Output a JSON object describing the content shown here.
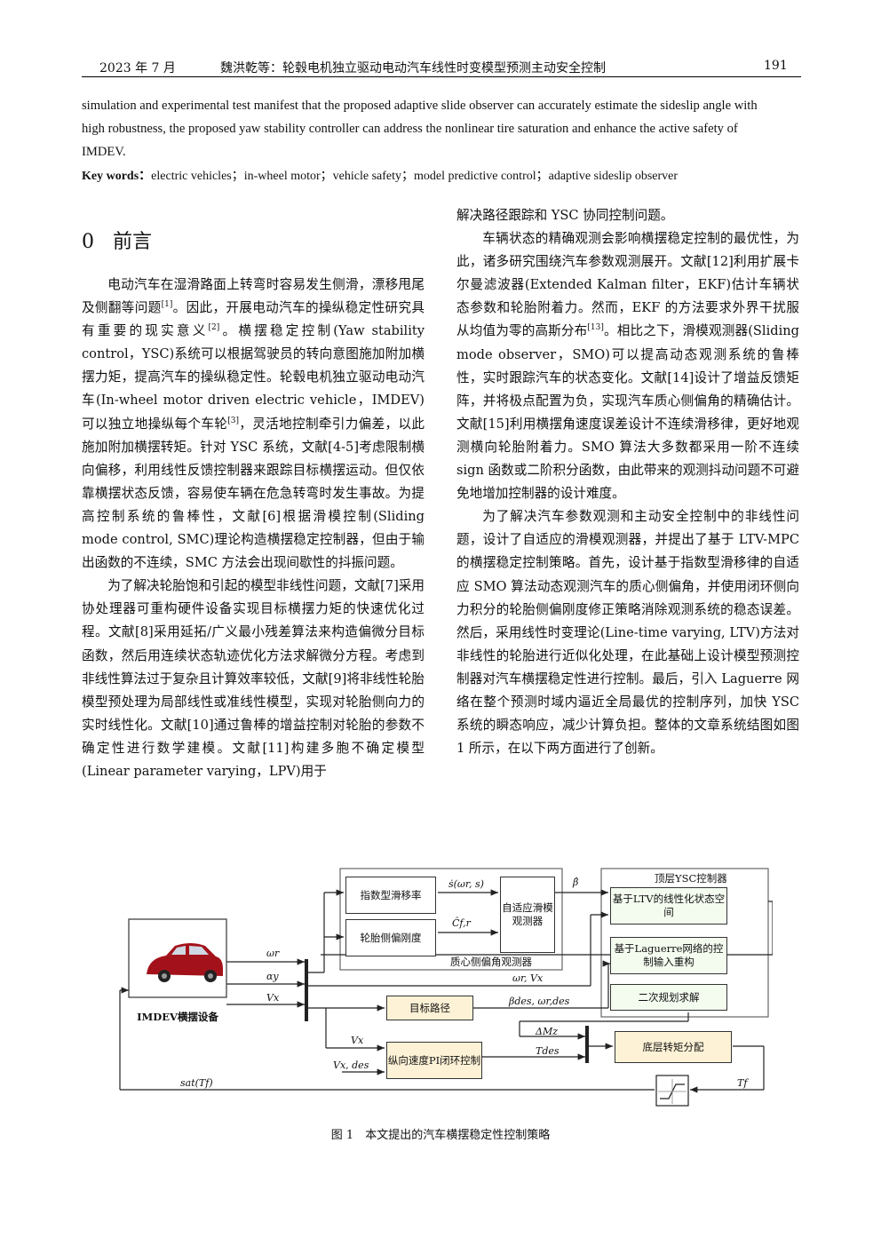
{
  "header": {
    "date": "2023 年 7 月",
    "title": "魏洪乾等：轮毂电机独立驱动电动汽车线性时变模型预测主动安全控制",
    "page": "191"
  },
  "abstract": {
    "line1": "simulation and experimental test manifest that the proposed adaptive slide observer can accurately estimate the sideslip angle with",
    "line2": "high robustness, the proposed yaw stability controller can address the nonlinear tire saturation and enhance the active safety of",
    "line3": "IMDEV."
  },
  "keywords": {
    "label": "Key words：",
    "text": "electric vehicles；in-wheel motor；vehicle safety；model predictive control；adaptive sideslip observer"
  },
  "section": {
    "number": "0",
    "title": "前言"
  },
  "left_col": {
    "p1a": "电动汽车在湿滑路面上转弯时容易发生侧滑，漂移甩尾及侧翻等问题",
    "p1b": "。因此，开展电动汽车的操纵稳定性研究具有重要的现实意义",
    "p1c": "。横摆稳定控制(Yaw stability control，YSC)系统可以根据驾驶员的转向意图施加附加横摆力矩，提高汽车的操纵稳定性。轮毂电机独立驱动电动汽车(In-wheel motor driven electric vehicle，IMDEV)可以独立地操纵每个车轮",
    "p1d": "，灵活地控制牵引力偏差，以此施加附加横摆转矩。针对 YSC 系统，文献[4-5]考虑限制横向偏移，利用线性反馈控制器来跟踪目标横摆运动。但仅依靠横摆状态反馈，容易使车辆在危急转弯时发生事故。为提高控制系统的鲁棒性，文献[6]根据滑模控制(Sliding mode control, SMC)理论构造横摆稳定控制器，但由于输出函数的不连续，SMC 方法会出现间歇性的抖振问题。",
    "ref1": "[1]",
    "ref2": "[2]",
    "ref3": "[3]",
    "p2": "为了解决轮胎饱和引起的模型非线性问题，文献[7]采用协处理器可重构硬件设备实现目标横摆力矩的快速优化过程。文献[8]采用延拓/广义最小残差算法来构造偏微分目标函数，然后用连续状态轨迹优化方法求解微分方程。考虑到非线性算法过于复杂且计算效率较低，文献[9]将非线性轮胎模型预处理为局部线性或准线性模型，实现对轮胎侧向力的实时线性化。文献[10]通过鲁棒的增益控制对轮胎的参数不确定性进行数学建模。文献[11]构建多胞不确定模型(Linear parameter varying，LPV)用于"
  },
  "right_col": {
    "p0": "解决路径跟踪和 YSC 协同控制问题。",
    "p1a": "车辆状态的精确观测会影响横摆稳定控制的最优性，为此，诸多研究围绕汽车参数观测展开。文献[12]利用扩展卡尔曼滤波器(Extended Kalman filter，EKF)估计车辆状态参数和轮胎附着力。然而，EKF 的方法要求外界干扰服从均值为零的高斯分布",
    "ref13": "[13]",
    "p1b": "。相比之下，滑模观测器(Sliding mode observer，SMO)可以提高动态观测系统的鲁棒性，实时跟踪汽车的状态变化。文献[14]设计了增益反馈矩阵，并将极点配置为负，实现汽车质心侧偏角的精确估计。文献[15]利用横摆角速度误差设计不连续滑移律，更好地观测横向轮胎附着力。SMO 算法大多数都采用一阶不连续 sign 函数或二阶积分函数，由此带来的观测抖动问题不可避免地增加控制器的设计难度。",
    "p2": "为了解决汽车参数观测和主动安全控制中的非线性问题，设计了自适应的滑模观测器，并提出了基于 LTV-MPC 的横摆稳定控制策略。首先，设计基于指数型滑移律的自适应 SMO 算法动态观测汽车的质心侧偏角，并使用闭环侧向力积分的轮胎侧偏刚度修正策略消除观测系统的稳态误差。然后，采用线性时变理论(Line-time varying, LTV)方法对非线性的轮胎进行近似化处理，在此基础上设计模型预测控制器对汽车横摆稳定性进行控制。最后，引入 Laguerre 网络在整个预测时域内逼近全局最优的控制序列，加快 YSC 系统的瞬态响应，减少计算负担。整体的文章系统结图如图 1 所示，在以下两方面进行了创新。"
  },
  "figure": {
    "caption": "图 1　本文提出的汽车横摆稳定性控制策略",
    "observer_group": "质心侧偏角观测器",
    "ysc_group": "顶层YSC控制器",
    "b_sliding_rate": "指数型滑移率",
    "b_tire_stiffness": "轮胎侧偏刚度",
    "b_adaptive_smo": "自适应滑模观测器",
    "b_ltv": "基于LTV的线性化状态空间",
    "b_laguerre": "基于Laguerre网络的控制输入重构",
    "b_qp": "二次规划求解",
    "b_imdev": "IMDEV横摆设备",
    "b_target_path": "目标路径",
    "b_pi": "纵向速度PI闭环控制",
    "b_torque": "底层转矩分配",
    "s_omega_r": "ωr",
    "s_alpha_y": "αy",
    "s_vx": "Vx",
    "s_s_func": "ṡ(ωr, s)",
    "s_cf": "Ĉf,r",
    "s_beta_hat": "β̂",
    "s_omega_vx": "ωr, Vx",
    "s_beta_des": "βdes, ωr,des",
    "s_vx2": "Vx",
    "s_vx_des": "Vx, des",
    "s_dm": "ΔMz",
    "s_tdes": "Tdes",
    "s_sat": "sat(Tf)",
    "s_tf": "Tf"
  }
}
